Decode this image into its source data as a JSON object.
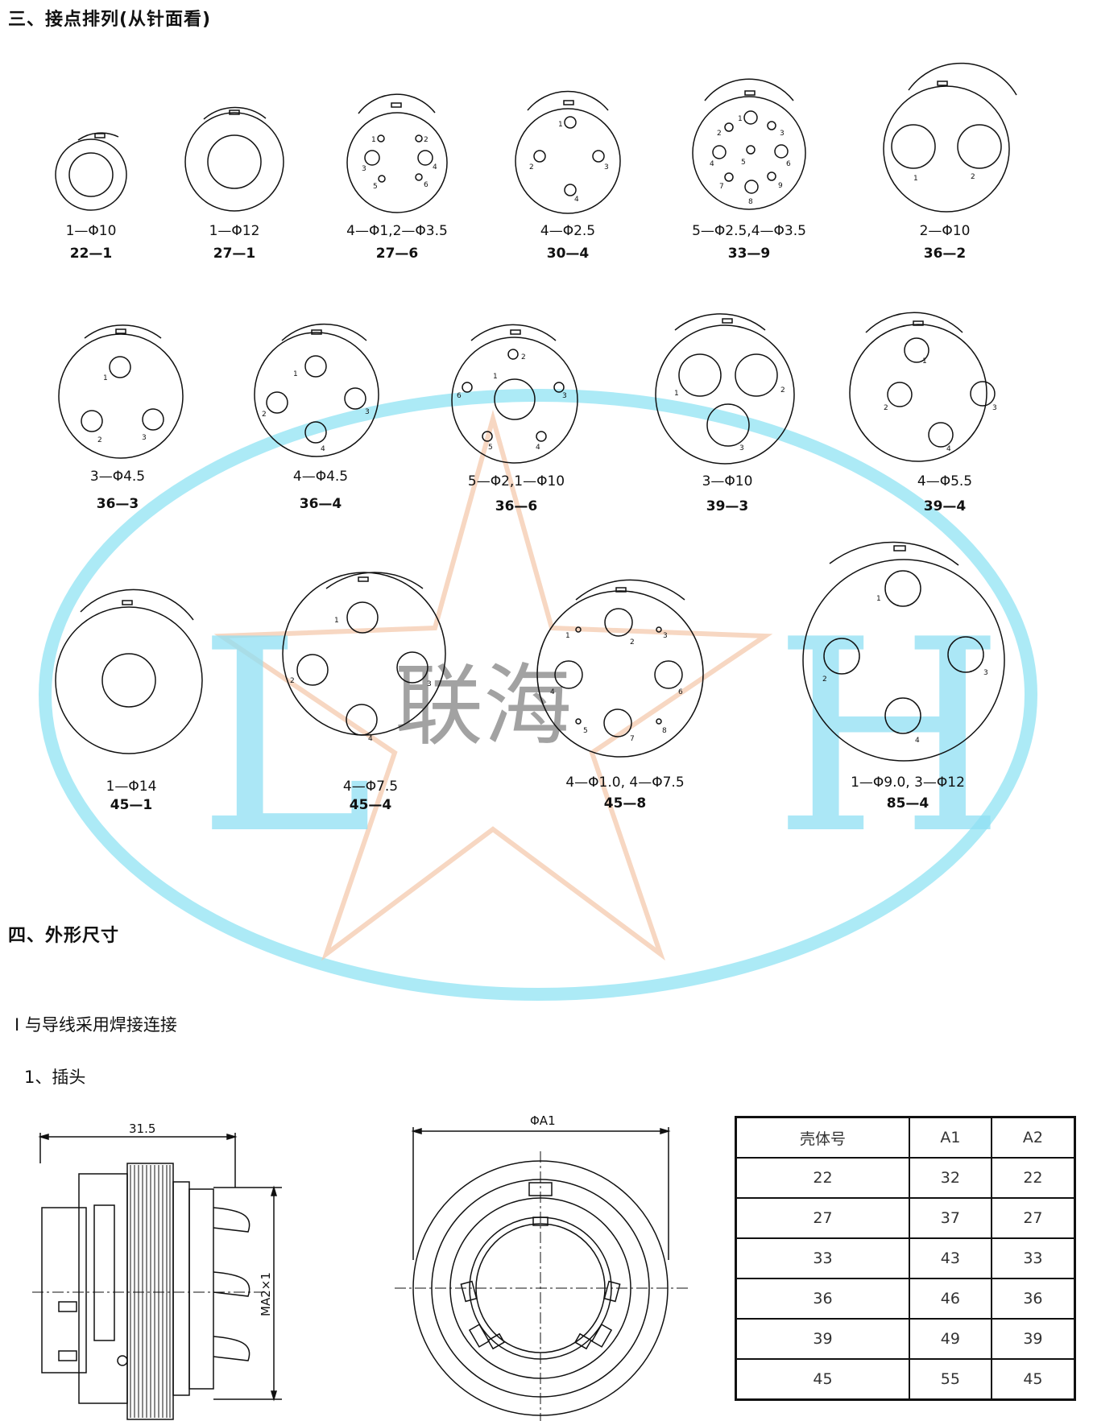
{
  "section3": {
    "title": "三、接点排列(从针面看)"
  },
  "watermark": {
    "left_letter": "L",
    "right_letter": "H",
    "center_text": "联海"
  },
  "connectors": [
    {
      "spec": "1—Φ10",
      "model": "22—1",
      "pins": []
    },
    {
      "spec": "1—Φ12",
      "model": "27—1",
      "pins": []
    },
    {
      "spec": "4—Φ1,2—Φ3.5",
      "model": "27—6",
      "pins": [
        "1",
        "2",
        "3",
        "4",
        "5",
        "6"
      ]
    },
    {
      "spec": "4—Φ2.5",
      "model": "30—4",
      "pins": [
        "1",
        "2",
        "3",
        "4"
      ]
    },
    {
      "spec": "5—Φ2.5,4—Φ3.5",
      "model": "33—9",
      "pins": [
        "1",
        "2",
        "3",
        "4",
        "5",
        "6",
        "7",
        "8",
        "9"
      ]
    },
    {
      "spec": "2—Φ10",
      "model": "36—2",
      "pins": [
        "1",
        "2"
      ]
    },
    {
      "spec": "3—Φ4.5",
      "model": "36—3",
      "pins": [
        "1",
        "2",
        "3"
      ]
    },
    {
      "spec": "4—Φ4.5",
      "model": "36—4",
      "pins": [
        "1",
        "2",
        "3",
        "4"
      ]
    },
    {
      "spec": "5—Φ2,1—Φ10",
      "model": "36—6",
      "pins": [
        "1",
        "2",
        "3",
        "4",
        "5",
        "6"
      ]
    },
    {
      "spec": "3—Φ10",
      "model": "39—3",
      "pins": [
        "1",
        "2",
        "3"
      ]
    },
    {
      "spec": "4—Φ5.5",
      "model": "39—4",
      "pins": [
        "1",
        "2",
        "3",
        "4"
      ]
    },
    {
      "spec": "1—Φ14",
      "model": "45—1",
      "pins": []
    },
    {
      "spec": "4—Φ7.5",
      "model": "45—4",
      "pins": [
        "1",
        "2",
        "3",
        "4"
      ]
    },
    {
      "spec": "4—Φ1.0, 4—Φ7.5",
      "model": "45—8",
      "pins": [
        "1",
        "2",
        "3",
        "4",
        "5",
        "6",
        "7",
        "8"
      ]
    },
    {
      "spec": "1—Φ9.0, 3—Φ12",
      "model": "85—4",
      "pins": [
        "1",
        "2",
        "3",
        "4"
      ]
    }
  ],
  "section4": {
    "title": "四、外形尺寸",
    "subtitle": "I 与导线采用焊接连接",
    "item": "1、插头"
  },
  "drawing": {
    "side_dim": "31.5",
    "thread_label": "MA2×1",
    "front_dim": "ΦA1"
  },
  "table": {
    "headers": [
      "壳体号",
      "A1",
      "A2"
    ],
    "rows": [
      [
        "22",
        "32",
        "22"
      ],
      [
        "27",
        "37",
        "27"
      ],
      [
        "33",
        "43",
        "33"
      ],
      [
        "36",
        "46",
        "36"
      ],
      [
        "39",
        "49",
        "39"
      ],
      [
        "45",
        "55",
        "45"
      ]
    ]
  }
}
